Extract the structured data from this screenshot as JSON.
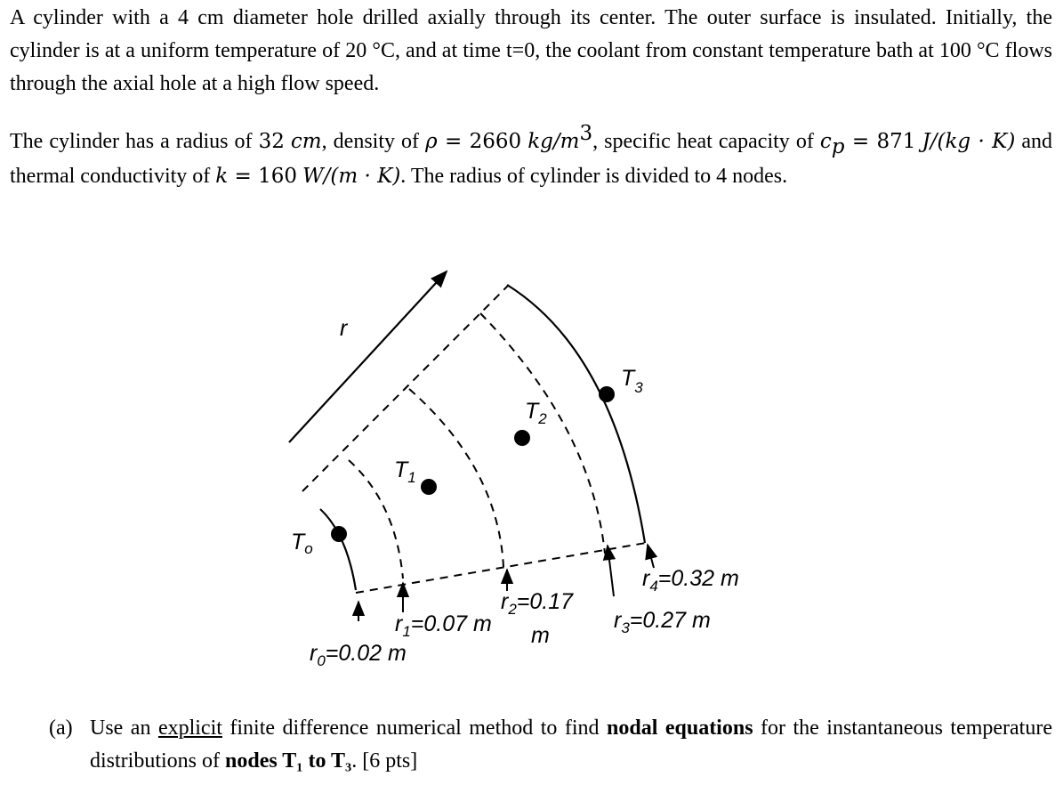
{
  "intro": {
    "text": "A cylinder with a 4 cm diameter hole drilled axially through its center. The outer surface is insulated. Initially, the cylinder is at a uniform temperature of 20 °C, and at time t=0, the coolant from constant temperature bath at 100 °C flows through the axial hole at a high flow speed."
  },
  "properties": {
    "t1": "The cylinder has a radius of ",
    "radius": "32",
    "radius_unit": "cm",
    "t2": ", density of ",
    "rho_sym": "ρ",
    "rho_val": "2660",
    "rho_unit": "kg/m",
    "rho_exp": "3",
    "t3": ", specific heat capacity of ",
    "cp_sym": "c",
    "cp_sub": "p",
    "cp_val": "871",
    "cp_unit": "J/(kg · K)",
    "t4": " and thermal conductivity of ",
    "k_sym": "k",
    "k_val": "160",
    "k_unit": "W/(m · K)",
    "t5": ". The radius of cylinder is divided to 4 nodes.",
    "eq": " = "
  },
  "diagram": {
    "axis_label": "r",
    "nodes": [
      {
        "name": "T",
        "sub": "o"
      },
      {
        "name": "T",
        "sub": "1"
      },
      {
        "name": "T",
        "sub": "2"
      },
      {
        "name": "T",
        "sub": "3"
      }
    ],
    "radii": [
      {
        "sym": "r",
        "sub": "0",
        "value": "=0.02 m"
      },
      {
        "sym": "r",
        "sub": "1",
        "value": "=0.07 m"
      },
      {
        "sym": "r",
        "sub": "2",
        "value": "=0.17",
        "unit": "m"
      },
      {
        "sym": "r",
        "sub": "3",
        "value": "=0.27 m"
      },
      {
        "sym": "r",
        "sub": "4",
        "value": "=0.32 m"
      }
    ]
  },
  "question": {
    "num": "(a)",
    "t1": "Use an ",
    "u1": "explicit",
    "t2": " finite difference numerical method to find ",
    "b1": "nodal equations",
    "t3": " for the instantaneous temperature distributions of ",
    "b2": "nodes T₁ to T₃",
    "t4": ". [6 pts]"
  }
}
